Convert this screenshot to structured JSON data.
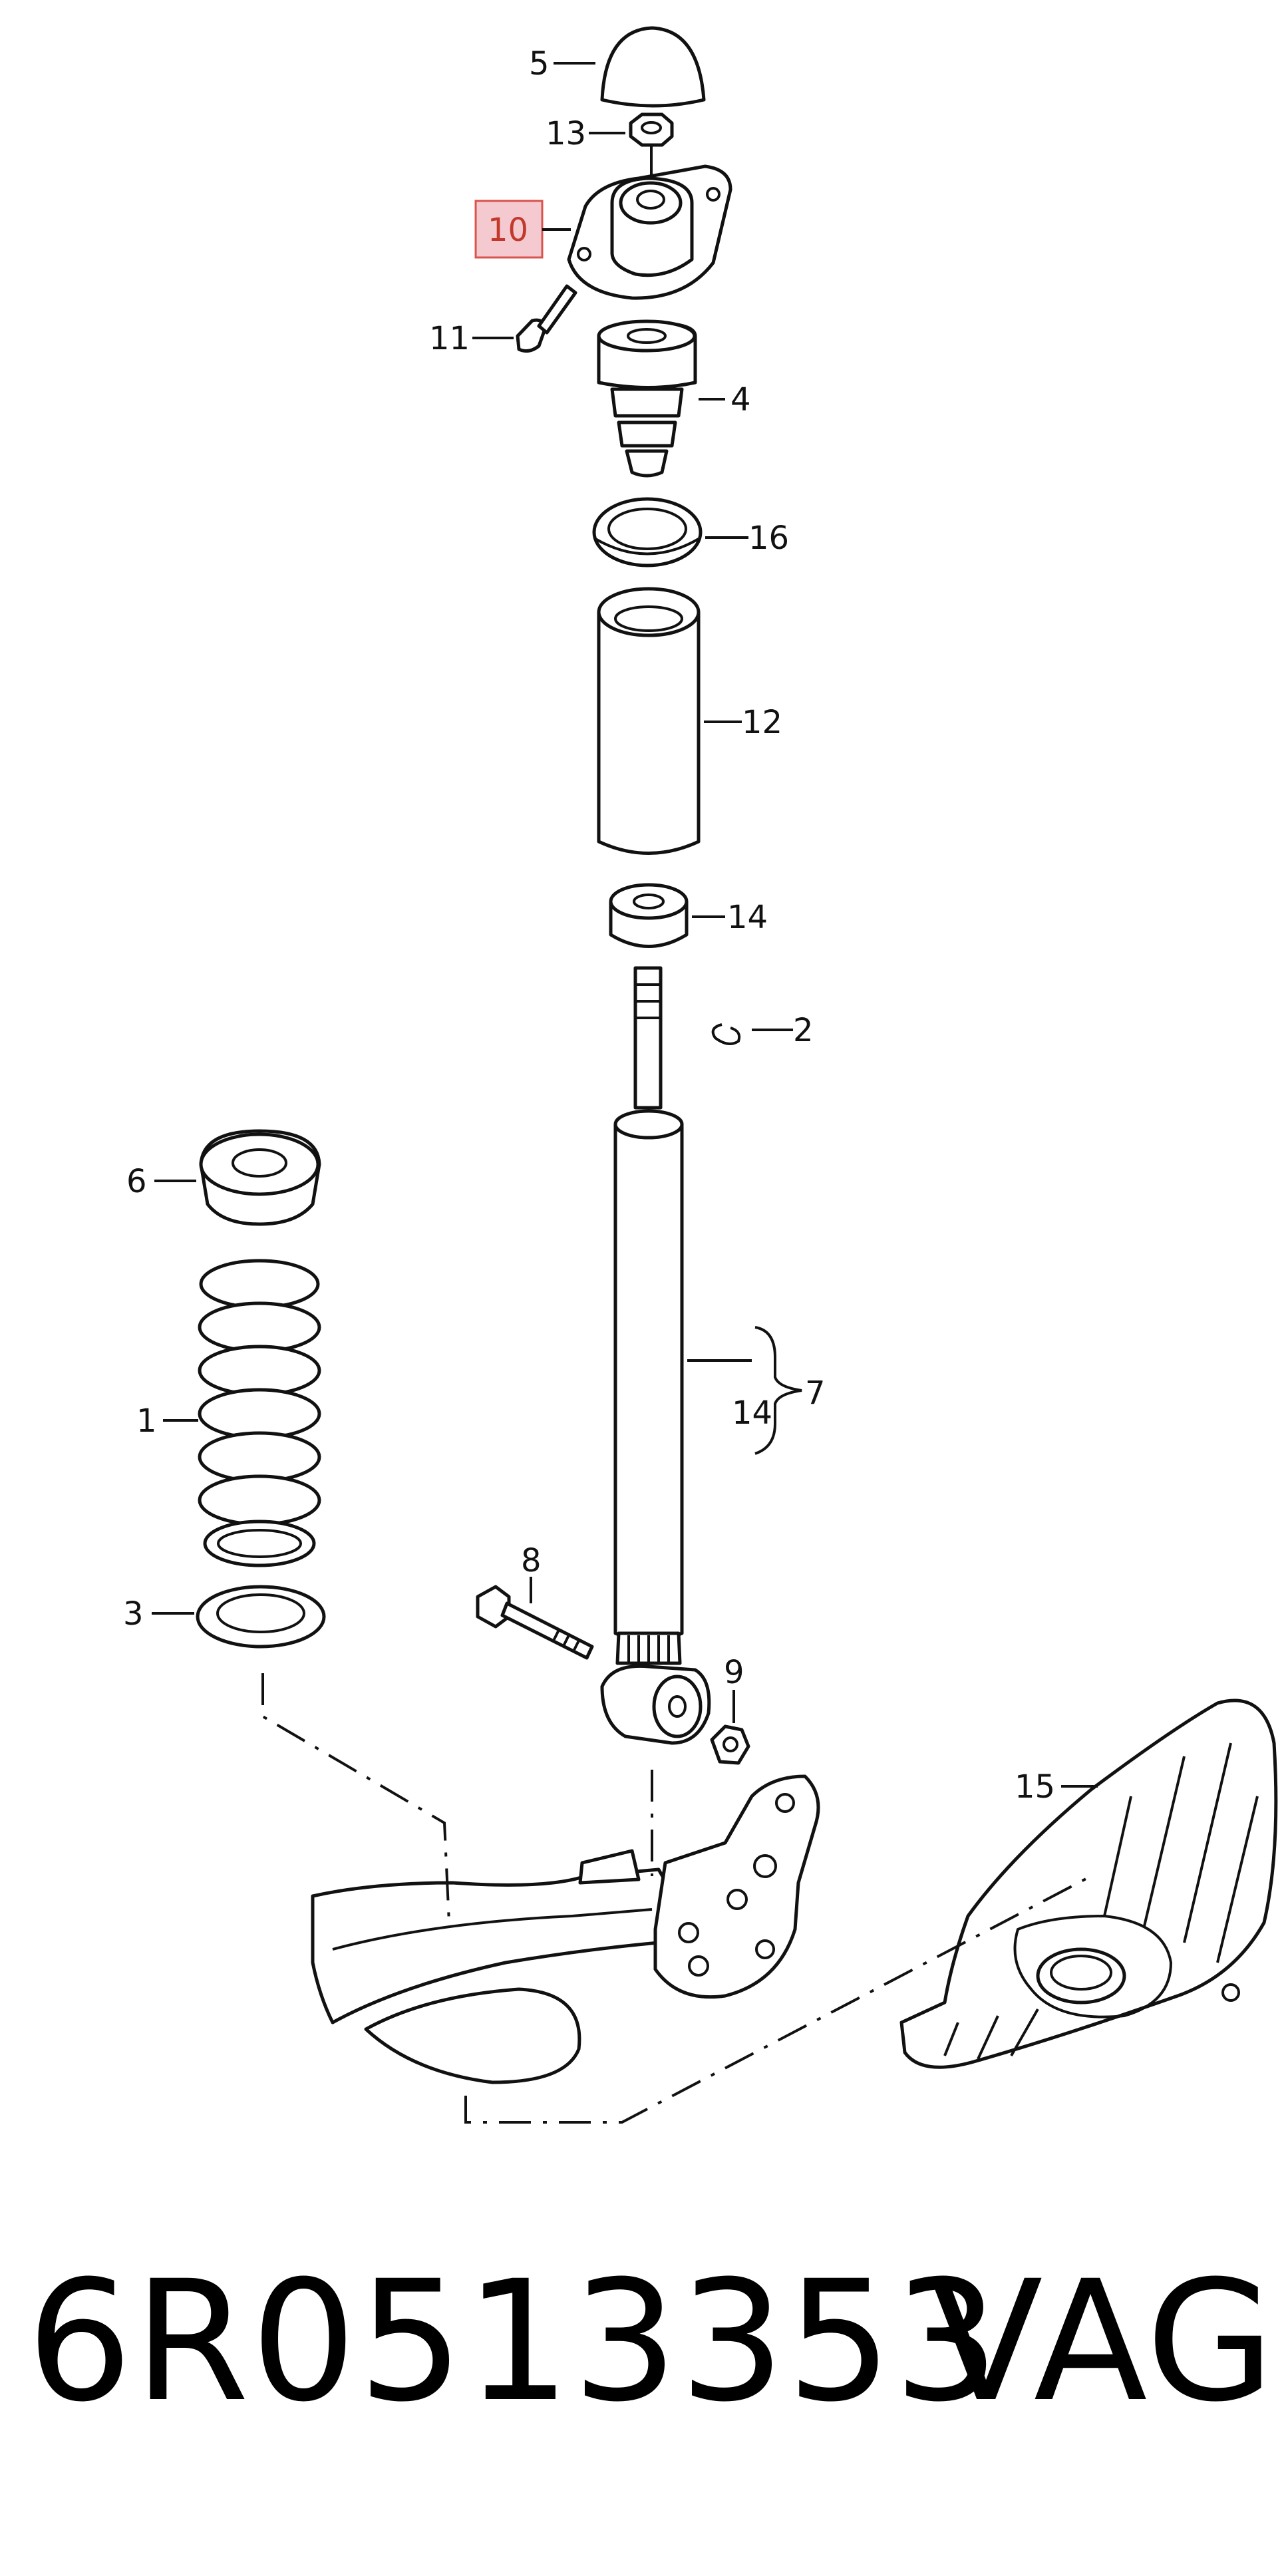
{
  "diagram": {
    "callouts": {
      "c1": "1",
      "c2": "2",
      "c3": "3",
      "c4": "4",
      "c5": "5",
      "c6": "6",
      "c7": "7",
      "c8": "8",
      "c9": "9",
      "c10": "10",
      "c11": "11",
      "c12": "12",
      "c13": "13",
      "c14a": "14",
      "c14b": "14",
      "c15": "15",
      "c16": "16"
    },
    "highlighted_callout": "10",
    "highlight_color": "#f4c9cf",
    "highlight_border": "#d9534f"
  },
  "footer": {
    "part_number": "6R0513353",
    "brand": "VAG"
  }
}
